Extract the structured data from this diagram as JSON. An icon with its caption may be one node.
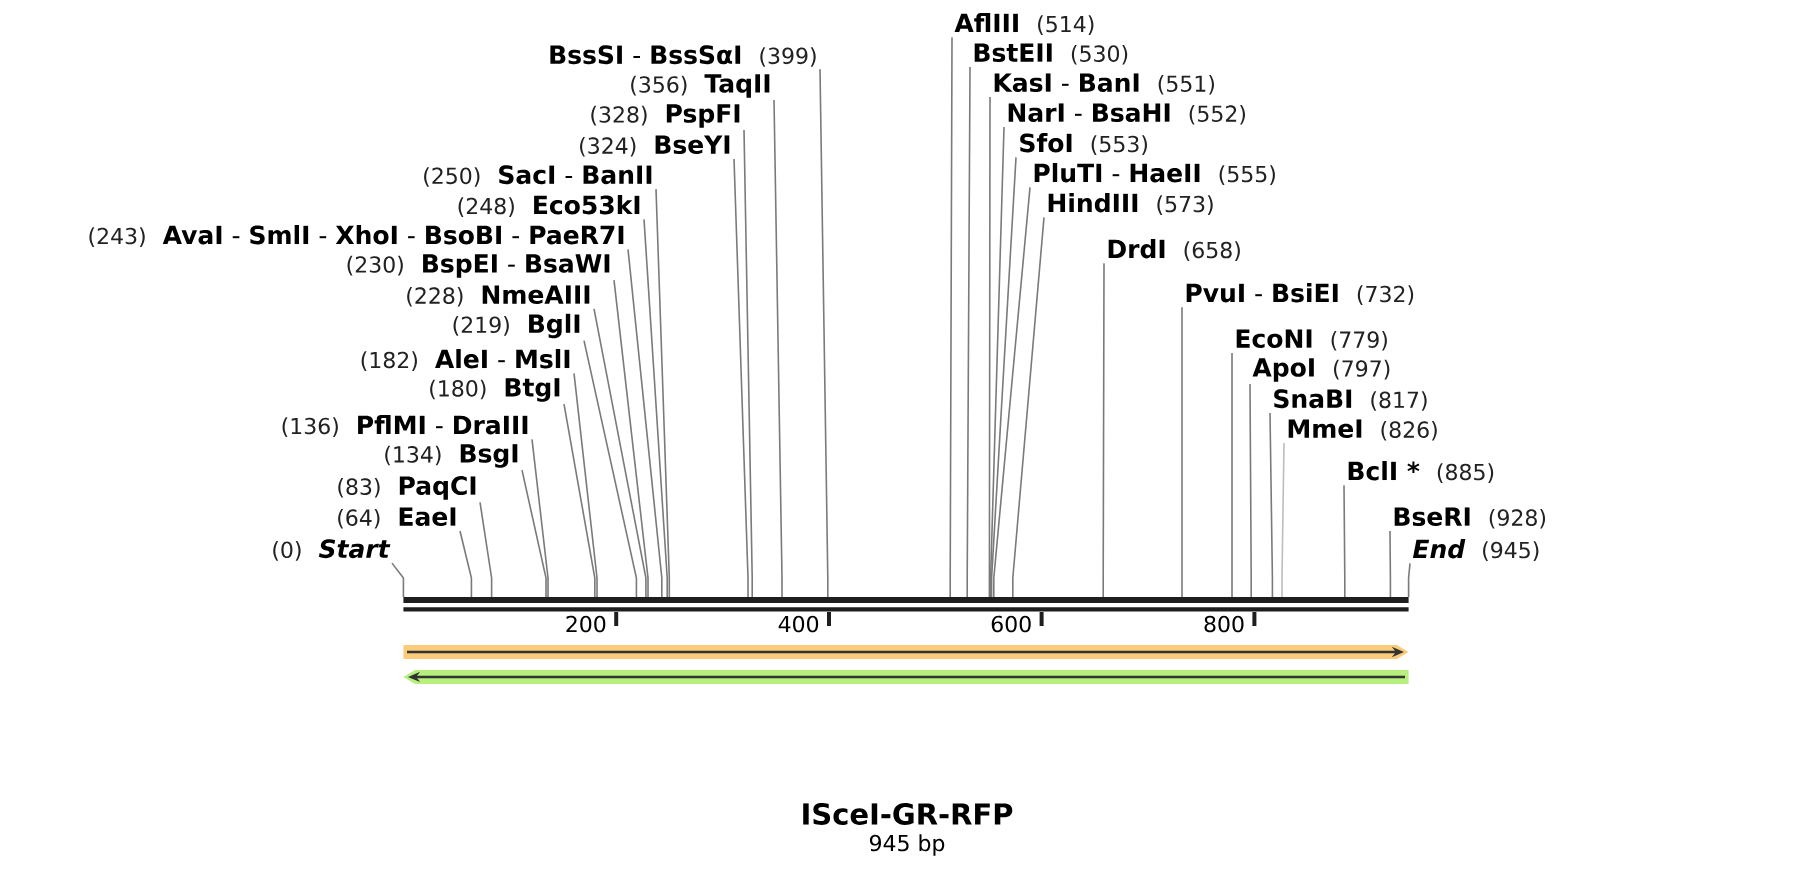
{
  "diagram": {
    "title": "ISceI-GR-RFP",
    "nodes": [
      {
        "text": [
          "(250)",
          "**SacI** - **BanII**"
        ]
      },
      {
        "text": [
          "(248)",
          "Eco53kI"
        ]
      },
      {
        "text": [
          "(243)",
          "**AvaI** - **SmlI** - **XhoI** - **BsoBI** - **PaeR7I**"
        ]
      },
      {
        "text": [
          "(230)",
          "**BspEI** - **BsaWI**"
        ]
      },
      {
        "text": [
          "(228)",
          "NmeAIII"
        ]
      },
      {
        "text": [
          "(219)",
          "BglI"
        ]
      },
      {
        "text": [
          "(182)",
          "**AleI** - **MslI**"
        ]
      },
      {
        "text": [
          "(180)",
          "BtgI"
        ]
      },
      {
        "text": [
          "(136)",
          "**PflMI** - **DraIII**"
        ]
      },
      {
        "text": [
          "(134)",
          "BsgI"
        ]
      },
      {
        "text": [
          "(83)",
          "PaqCI"
        ]
      },
      {
        "text": [
          "(64)",
          "EaeI"
        ]
      },
      {
        "text": [
          "(0)",
          "Start"
        ]
      },
      {
        "text": [
          "(356)",
          "TaqII"
        ]
      },
      {
        "text": [
          "(328)",
          "PspFI"
        ]
      },
      {
        "text": [
          "(324)",
          "BseYI"
        ]
      },
      {
        "text": [
          "**BssSI** - **BssSαI**",
          "(399)"
        ]
      },
      {
        "text": [
          "AflIII",
          "(514)"
        ]
      },
      {
        "text": [
          "BstEII",
          "(530)"
        ]
      },
      {
        "text": [
          "**KasI** - **BanI**",
          "(551)"
        ]
      },
      {
        "text": [
          "**NarI** - **BsaHI**",
          "(552)"
        ]
      },
      {
        "text": [
          "SfoI",
          "(553)"
        ]
      },
      {
        "text": [
          "**PluTI** - **HaeII**",
          "(555)"
        ]
      },
      {
        "text": [
          "HindIII",
          "(573)"
        ]
      },
      {
        "text": [
          "DrdI",
          "(658)"
        ]
      },
      {
        "text": [
          "**PvuI** - **BsiEI**",
          "(732)"
        ]
      },
      {
        "text": [
          "EcoNI",
          "(779)"
        ]
      },
      {
        "text": [
          "ApoI",
          "(797)"
        ]
      },
      {
        "text": [
          "SnaBI",
          "(817)"
        ]
      },
      {
        "text": [
          "MmeI",
          "(826)"
        ]
      },
      {
        "text": [
          "BclI *",
          "(885)"
        ]
      },
      {
        "text": [
          "BseRI",
          "(928)"
        ]
      },
      {
        "text": [
          "End",
          "(945)"
        ]
      },
      {
        "text": [],
        "shape": "bar"
      }
    ],
    "edges": [
      {
        "from": 0,
        "to": 33,
        "arrow": "none"
      },
      {
        "from": 1,
        "to": 33,
        "arrow": "none"
      },
      {
        "from": 2,
        "to": 33,
        "arrow": "none"
      },
      {
        "from": 3,
        "to": 33,
        "arrow": "none"
      },
      {
        "from": 4,
        "to": 33,
        "arrow": "none"
      },
      {
        "from": 5,
        "to": 33,
        "arrow": "none"
      },
      {
        "from": 6,
        "to": 33,
        "arrow": "none"
      },
      {
        "from": 7,
        "to": 33,
        "arrow": "none"
      },
      {
        "from": 8,
        "to": 33,
        "arrow": "none"
      },
      {
        "from": 9,
        "to": 33,
        "arrow": "none"
      },
      {
        "from": 10,
        "to": 33,
        "arrow": "none"
      },
      {
        "from": 11,
        "to": 33,
        "arrow": "none"
      },
      {
        "from": 12,
        "to": 33,
        "arrow": "none"
      },
      {
        "from": 13,
        "to": 33,
        "arrow": "none"
      },
      {
        "from": 14,
        "to": 33,
        "arrow": "none"
      },
      {
        "from": 15,
        "to": 33,
        "arrow": "none"
      },
      {
        "from": 16,
        "to": 33,
        "arrow": "none"
      },
      {
        "from": 17,
        "to": 33,
        "arrow": "none"
      },
      {
        "from": 18,
        "to": 33,
        "arrow": "none"
      },
      {
        "from": 19,
        "to": 33,
        "arrow": "none"
      },
      {
        "from": 20,
        "to": 33,
        "arrow": "none"
      },
      {
        "from": 21,
        "to": 33,
        "arrow": "none"
      },
      {
        "from": 22,
        "to": 33,
        "arrow": "none"
      },
      {
        "from": 23,
        "to": 33,
        "arrow": "none"
      },
      {
        "from": 24,
        "to": 33,
        "arrow": "none"
      },
      {
        "from": 25,
        "to": 33,
        "arrow": "none"
      },
      {
        "from": 26,
        "to": 33,
        "arrow": "none"
      },
      {
        "from": 27,
        "to": 33,
        "arrow": "none"
      },
      {
        "from": 28,
        "to": 33,
        "arrow": "none"
      },
      {
        "from": 29,
        "to": 33,
        "arrow": "none",
        "color": "#bdbdbd"
      },
      {
        "from": 30,
        "to": 33,
        "arrow": "none"
      },
      {
        "from": 31,
        "to": 33,
        "arrow": "none"
      },
      {
        "from": 32,
        "to": 33,
        "arrow": "none"
      }
    ],
    "labels": [
      "200",
      "400",
      "600",
      "800",
      "945 bp"
    ]
  }
}
